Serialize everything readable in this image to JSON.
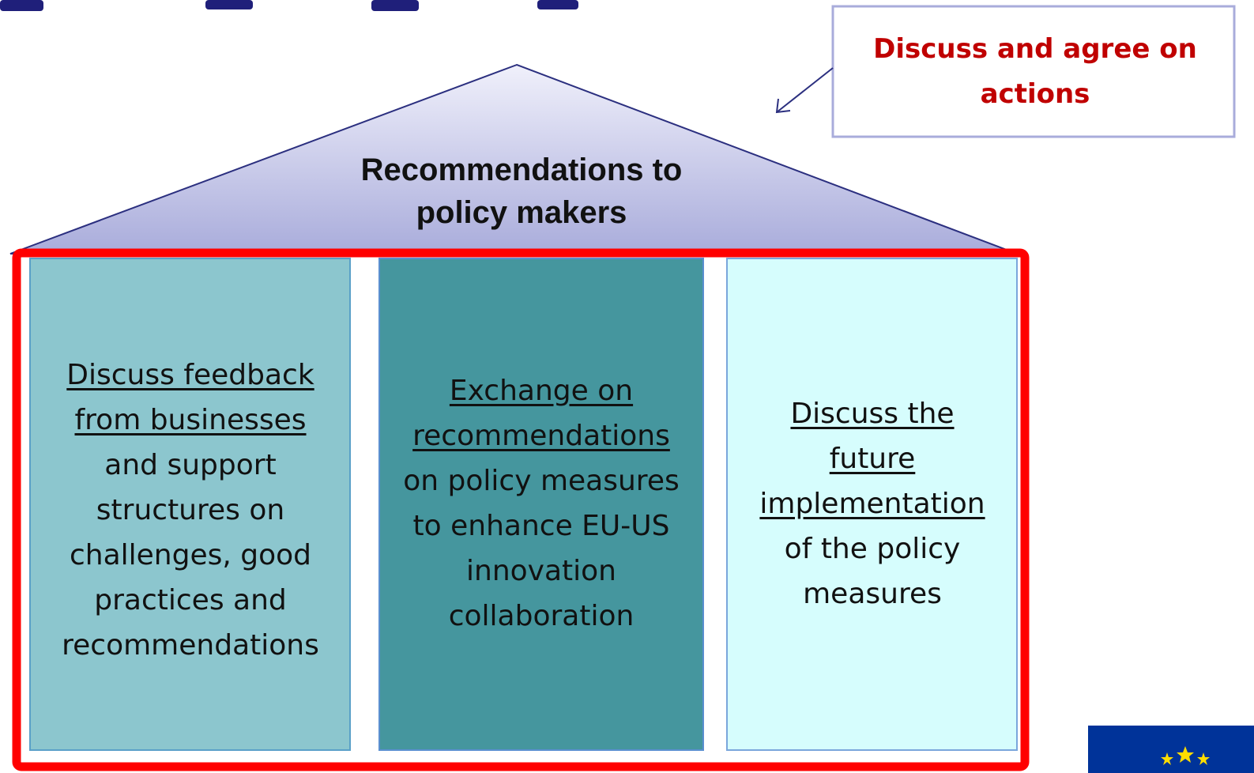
{
  "roof": {
    "label_line1": "Recommendations to",
    "label_line2": "policy makers"
  },
  "callout": {
    "line1": "Discuss and agree on",
    "line2": "actions"
  },
  "pillars": [
    {
      "underlined_lines": [
        "Discuss feedback",
        "from businesses"
      ],
      "plain_lines": [
        "and support",
        "structures on",
        "challenges, good",
        "practices and",
        "recommendations"
      ]
    },
    {
      "underlined_lines": [
        "Exchange on",
        "recommendations"
      ],
      "plain_lines": [
        "on policy measures",
        "to enhance EU-US",
        "innovation",
        "collaboration"
      ]
    },
    {
      "underlined_lines": [
        "Discuss the",
        "future",
        "implementation"
      ],
      "plain_lines": [
        "of the policy",
        "measures"
      ]
    }
  ],
  "colors": {
    "roof_gradient_top": "#f0f0fb",
    "roof_gradient_bottom": "#a9acdb",
    "roof_stroke": "#2b2f7f",
    "frame_red": "#ff0000",
    "pillar1_fill": "#8cc6ce",
    "pillar2_fill": "#45969e",
    "pillar3_fill": "#d6fdfd",
    "callout_text": "#c00000",
    "callout_border": "#a9acdb",
    "eu_flag_blue": "#003399",
    "eu_star_yellow": "#ffdd00"
  }
}
